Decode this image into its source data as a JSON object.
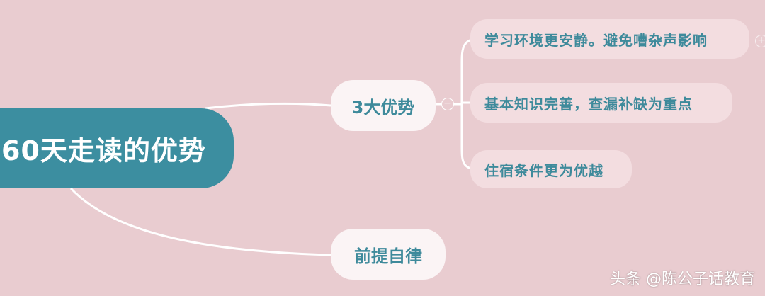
{
  "mindmap": {
    "root": {
      "label": "60天走读的优势"
    },
    "branches": [
      {
        "label": "3大优势",
        "children": [
          "学习环境更安静。避免嘈杂声影响",
          "基本知识完善，查漏补缺为重点",
          "住宿条件更为优越"
        ]
      },
      {
        "label": "前提自律"
      }
    ]
  },
  "watermark": {
    "text": "头条 @陈公子话教育"
  },
  "colors": {
    "background": "#e9ccd0",
    "root_fill": "#3c8ea0",
    "branch_fill": "#fbf4f5",
    "leaf_fill": "#f3dde0",
    "text_teal": "#3e8a9b",
    "connector": "#ffffff"
  },
  "icons": {
    "collapse": "minus-circle-icon",
    "expand": "plus-circle-icon"
  }
}
